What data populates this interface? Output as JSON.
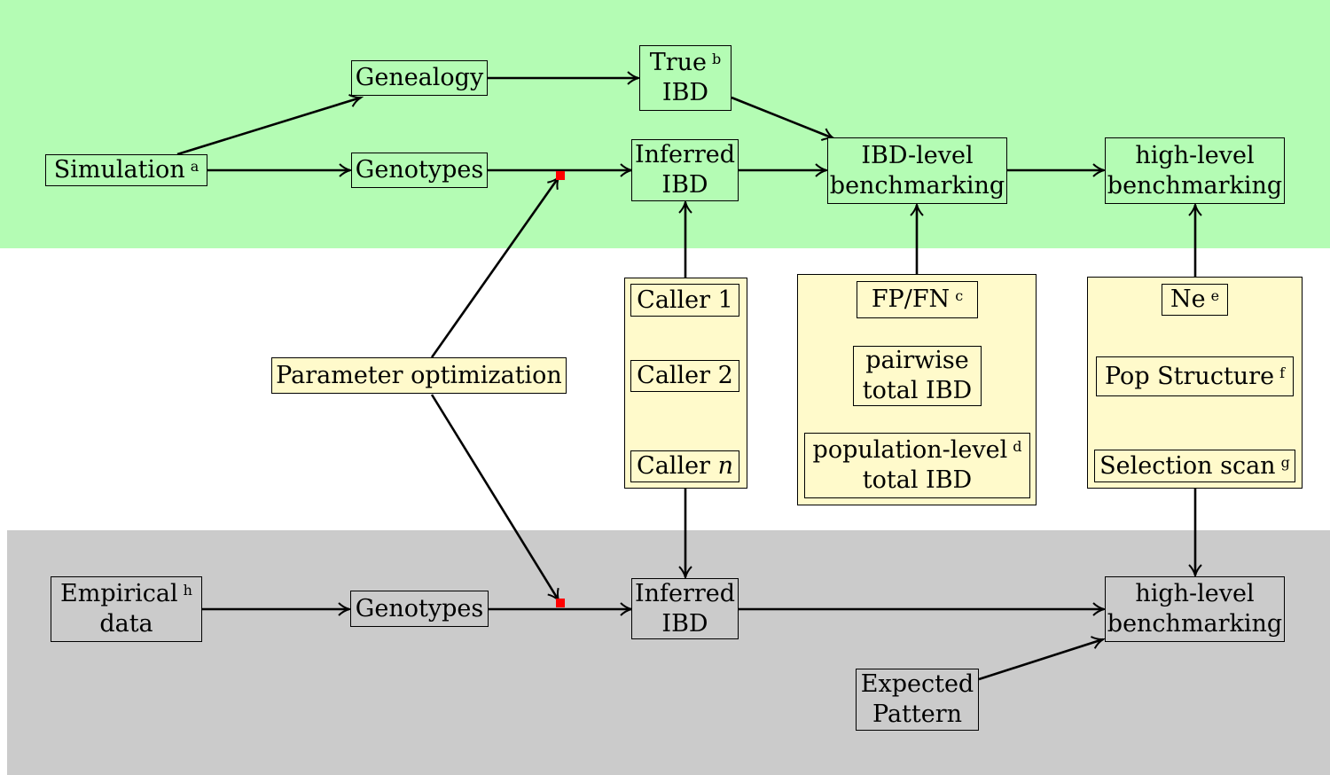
{
  "colors": {
    "simulation_band": "#b4fcb4",
    "empirical_band": "#cbcbcb",
    "yellow_fill": "#fffacb",
    "stroke": "#000000",
    "connector": "#ff0000"
  },
  "nodes": {
    "simulation": {
      "label": "Simulation",
      "note": "a"
    },
    "genealogy": {
      "label": "Genealogy"
    },
    "true_ibd": {
      "line1": "True",
      "line2": "IBD",
      "note": "b"
    },
    "genotypes_sim": {
      "label": "Genotypes"
    },
    "inferred_ibd_sim": {
      "line1": "Inferred",
      "line2": "IBD"
    },
    "ibd_benchmarking": {
      "line1": "IBD-level",
      "line2": "benchmarking"
    },
    "high_level_sim": {
      "line1": "high-level",
      "line2": "benchmarking"
    },
    "parameter_optimization": {
      "label": "Parameter optimization"
    },
    "callers": [
      {
        "label": "Caller 1"
      },
      {
        "label": "Caller 2"
      },
      {
        "label": "Caller",
        "italic": "n"
      }
    ],
    "fp_fn": {
      "label": "FP/FN",
      "note": "c"
    },
    "pairwise_total": {
      "line1": "pairwise",
      "line2": "total IBD"
    },
    "population_total": {
      "line1": "population-level",
      "line2": "total IBD",
      "note": "d"
    },
    "ne": {
      "label": "Ne",
      "note": "e"
    },
    "pop_structure": {
      "label": "Pop Structure",
      "note": "f"
    },
    "selection_scan": {
      "label": "Selection scan",
      "note": "g"
    },
    "empirical_data": {
      "line1": "Empirical",
      "line2": "data",
      "note": "h"
    },
    "genotypes_emp": {
      "label": "Genotypes"
    },
    "inferred_ibd_emp": {
      "line1": "Inferred",
      "line2": "IBD"
    },
    "high_level_emp": {
      "line1": "high-level",
      "line2": "benchmarking"
    },
    "expected_pattern": {
      "line1": "Expected",
      "line2": "Pattern"
    }
  }
}
